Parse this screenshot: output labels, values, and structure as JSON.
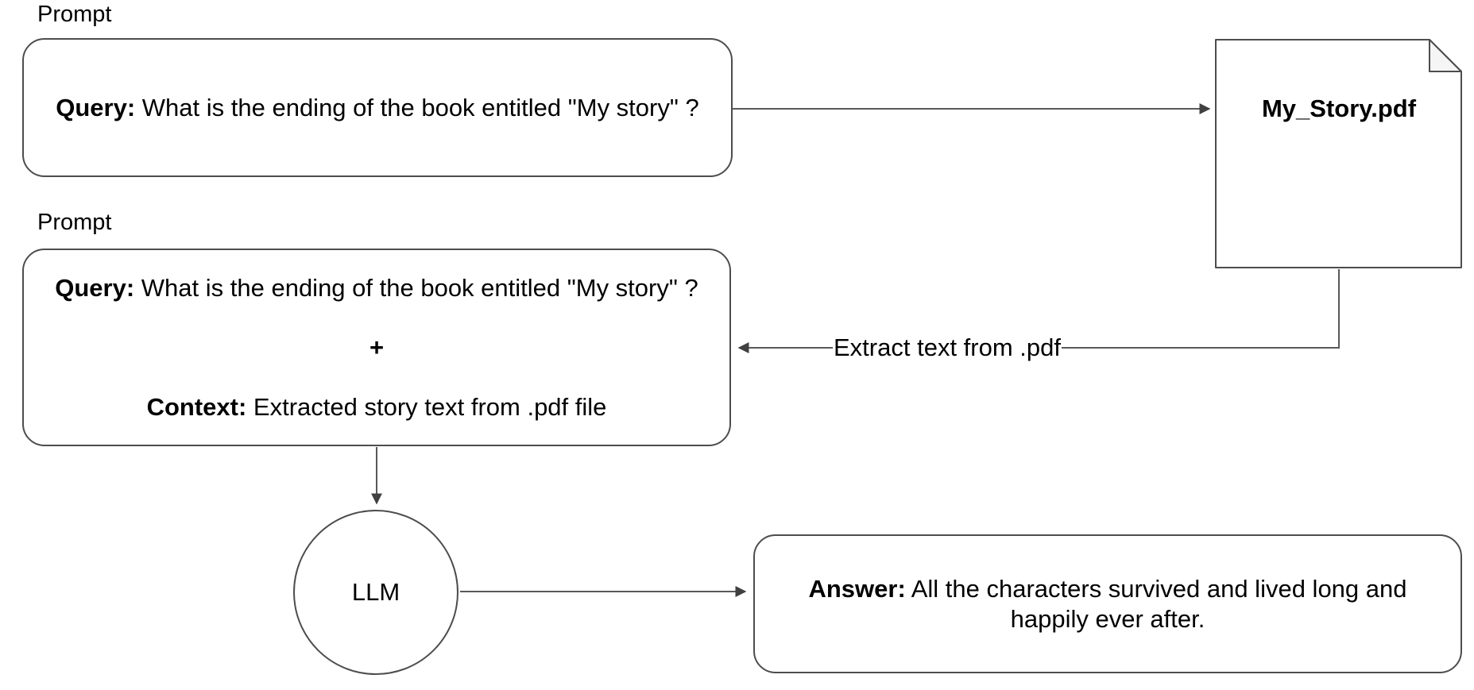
{
  "diagram": {
    "labels": {
      "prompt1": "Prompt",
      "prompt2": "Prompt",
      "extract_edge": "Extract text from .pdf"
    },
    "prompt_box_1": {
      "query_prefix": "Query:",
      "query_text": " What is the ending of the book entitled \"My story\" ?"
    },
    "pdf_file": {
      "name": "My_Story.pdf"
    },
    "prompt_box_2": {
      "query_prefix": "Query:",
      "query_text": " What is the ending of the book entitled \"My story\" ?",
      "plus": "+",
      "context_prefix": "Context:",
      "context_text": " Extracted story text from .pdf file"
    },
    "llm": {
      "label": "LLM"
    },
    "answer": {
      "prefix": "Answer:",
      "text": " All the characters survived and lived long and happily ever after."
    },
    "colors": {
      "background": "#ffffff",
      "shape_border": "#4d4d4d",
      "connector_line": "#595959",
      "arrowhead": "#404040",
      "fold_fill": "#f5f5f5",
      "text": "#000000"
    }
  }
}
